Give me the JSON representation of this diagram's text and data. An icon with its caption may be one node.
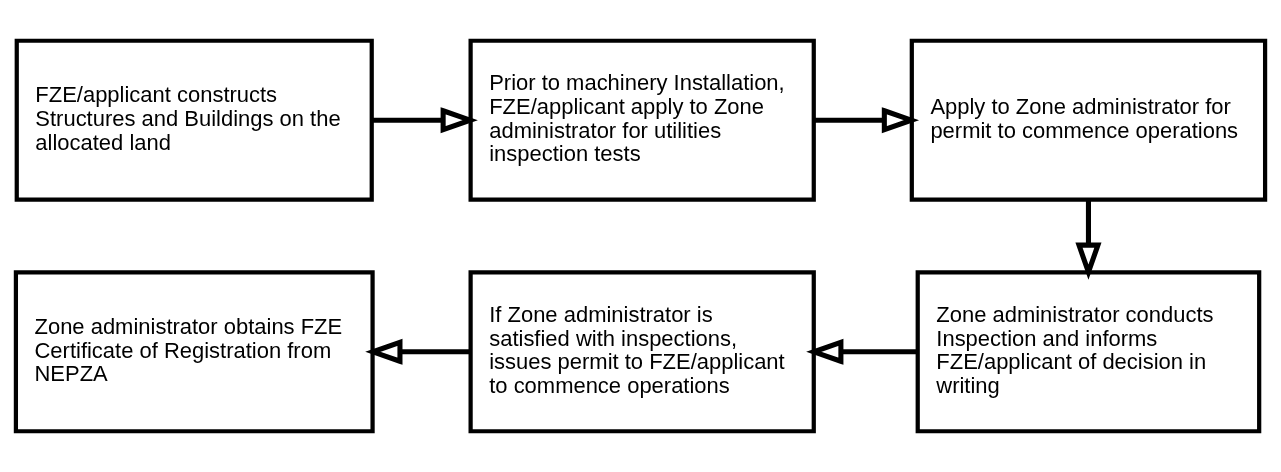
{
  "diagram": {
    "nodes": [
      {
        "text": [
          "FZE/applicant constructs Structures and Buildings on the allocated land"
        ]
      },
      {
        "text": [
          "Prior to machinery Installation, FZE/applicant apply to Zone administrator for utilities inspection tests"
        ]
      },
      {
        "text": [
          "Apply to Zone administrator for permit to commence operations"
        ]
      },
      {
        "text": [
          "Zone administrator conducts Inspection and informs FZE/applicant of decision in writing"
        ]
      },
      {
        "text": [
          "If Zone administrator is satisfied with inspections, issues permit to FZE/applicant to commence operations"
        ]
      },
      {
        "text": [
          "Zone administrator obtains FZE Certificate of Registration from NEPZA"
        ]
      }
    ],
    "edges": [
      {
        "from": 0,
        "to": 1,
        "arrow": "to"
      },
      {
        "from": 1,
        "to": 2,
        "arrow": "to"
      },
      {
        "from": 2,
        "to": 3,
        "arrow": "to"
      },
      {
        "from": 3,
        "to": 4,
        "arrow": "to"
      },
      {
        "from": 4,
        "to": 5,
        "arrow": "to"
      }
    ]
  }
}
